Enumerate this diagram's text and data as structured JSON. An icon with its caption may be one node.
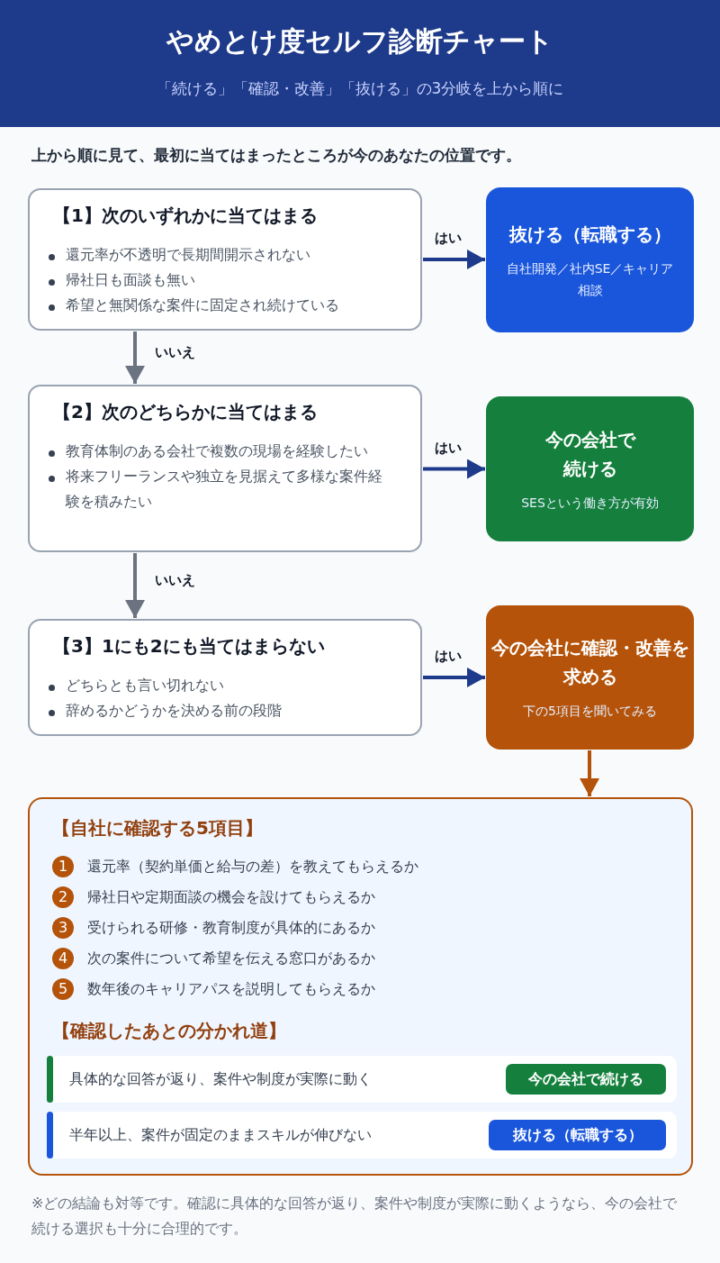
{
  "diagram": {
    "title": "やめとけ度セルフ診断チャート",
    "nodes": [
      {
        "text": [
          "【1】次のいずれかに当てはまる",
          "還元率が不透明で長期間開示されない",
          "帰社日も面談も無い",
          "希望と無関係な案件に固定され続けている"
        ]
      },
      {
        "text": [
          "抜ける（転職する）",
          "自社開発／社内SE／キャリア相談"
        ]
      },
      {
        "text": [
          "【2】次のどちらかに当てはまる",
          "教育体制のある会社で複数の現場を経験したい",
          "将来フリーランスや独立を見据えて多様な案件経験を積みたい"
        ]
      },
      {
        "text": [
          "今の会社で続ける",
          "SESという働き方が有効"
        ]
      },
      {
        "text": [
          "【3】1にも2にも当てはまらない",
          "どちらとも言い切れない",
          "辞めるかどうかを決める前の段階"
        ]
      },
      {
        "text": [
          "今の会社に確認・改善を求める",
          "下の5項目を聞いてみる"
        ]
      },
      {
        "text": [
          "【自社に確認する5項目】",
          "【確認したあとの分かれ道】"
        ]
      },
      {
        "text": [
          "1"
        ],
        "beside": [
          "還元率（契約単価と給与の差）を教えてもらえるか"
        ],
        "in": 6
      },
      {
        "text": [
          "2"
        ],
        "beside": [
          "帰社日や定期面談の機会を設けてもらえるか"
        ],
        "in": 6
      },
      {
        "text": [
          "3"
        ],
        "beside": [
          "受けられる研修・教育制度が具体的にあるか"
        ],
        "in": 6
      },
      {
        "text": [
          "4"
        ],
        "beside": [
          "次の案件について希望を伝える窓口があるか"
        ],
        "in": 6
      },
      {
        "text": [
          "5"
        ],
        "beside": [
          "数年後のキャリアパスを説明してもらえるか"
        ],
        "in": 6
      },
      {
        "text": [
          "具体的な回答が返り、案件や制度が実際に動く"
        ],
        "in": 6
      },
      {
        "text": [
          "今の会社で続ける"
        ],
        "in": 12
      },
      {
        "text": [
          "半年以上、案件が固定のままスキルが伸びない"
        ],
        "in": 6
      },
      {
        "text": [
          "抜ける（転職する）"
        ],
        "in": 14
      }
    ],
    "edges": [
      {
        "from": 0,
        "to": 1,
        "arrow": "to",
        "label": "はい"
      },
      {
        "from": 0,
        "to": 2,
        "arrow": "to",
        "label": "いいえ",
        "color": "#6b7280"
      },
      {
        "from": 2,
        "to": 3,
        "arrow": "to",
        "label": "はい"
      },
      {
        "from": 2,
        "to": 4,
        "arrow": "to",
        "label": "いいえ",
        "color": "#6b7280"
      },
      {
        "from": 4,
        "to": 5,
        "arrow": "to",
        "label": "はい"
      },
      {
        "from": 5,
        "to": 6,
        "arrow": "to",
        "color": "#b45309"
      }
    ],
    "labels": [
      "「続ける」「確認・改善」「抜ける」の3分岐を上から順に",
      "上から順に見て、最初に当てはまったところが今のあなたの位置です。",
      "※どの結論も対等です。確認に具体的な回答が返り、案件や制度が実際に動くようなら、今の会社で続ける選択も十分に合理的です。"
    ]
  }
}
